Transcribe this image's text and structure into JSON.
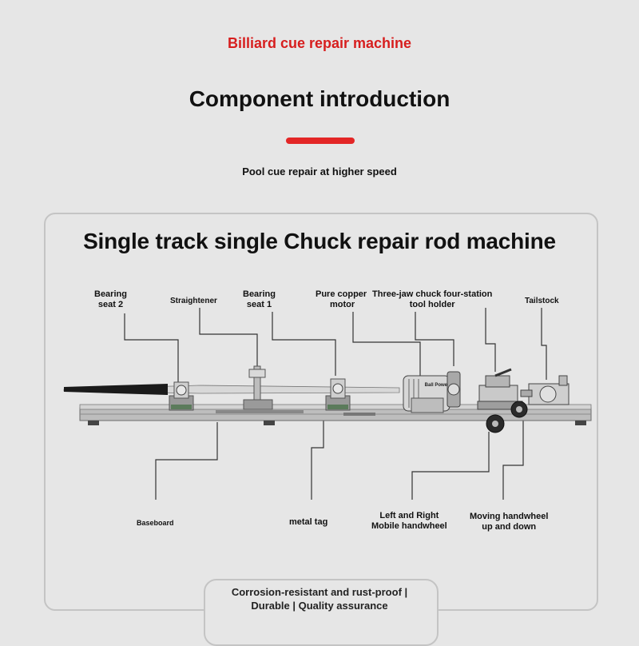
{
  "header": {
    "kicker": "Billiard cue repair machine",
    "title": "Component introduction",
    "subtitle": "Pool cue repair at higher speed",
    "accent_color": "#e32626"
  },
  "panel": {
    "title": "Single track single Chuck repair rod machine"
  },
  "callouts": {
    "bearing_seat_2": [
      "Bearing",
      "seat 2"
    ],
    "straightener": "Straightener",
    "bearing_seat_1": [
      "Bearing",
      "seat 1"
    ],
    "pure_copper_motor": [
      "Pure copper",
      "motor"
    ],
    "three_jaw_chuck": [
      "Three-jaw chuck four-station",
      "tool holder"
    ],
    "tailstock": "Tailstock",
    "baseboard": "Baseboard",
    "metal_tag": "metal tag",
    "left_right_handwheel": [
      "Left and Right",
      "Mobile handwheel"
    ],
    "moving_handwheel": [
      "Moving handwheel",
      "up and down"
    ]
  },
  "motor_brand": "Ball Power",
  "footer": {
    "line1": "Corrosion-resistant and rust-proof |",
    "line2": "Durable | Quality assurance"
  }
}
